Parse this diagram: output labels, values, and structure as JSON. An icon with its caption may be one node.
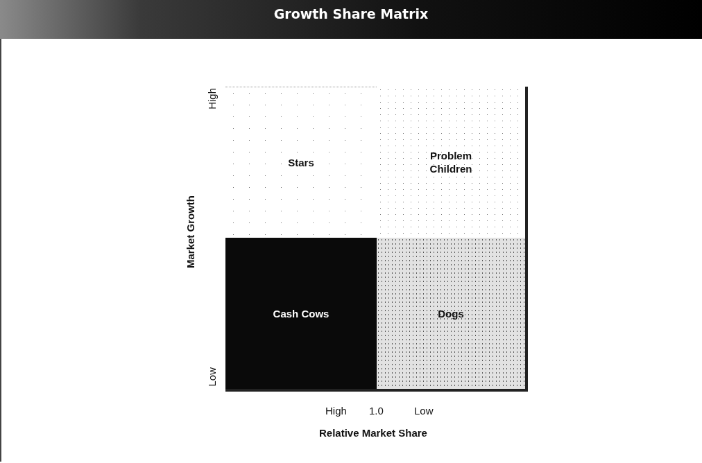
{
  "diagram": {
    "title": "Growth Share Matrix",
    "nodes": [
      {
        "text": [
          "Stars"
        ]
      },
      {
        "text": [
          "Problem Children"
        ]
      },
      {
        "text": [
          "Cash Cows"
        ]
      },
      {
        "text": [
          "Dogs"
        ]
      }
    ],
    "labels": [
      "High",
      "Market Growth",
      "Low",
      "High",
      "1.0",
      "Low",
      "Relative Market Share"
    ]
  }
}
